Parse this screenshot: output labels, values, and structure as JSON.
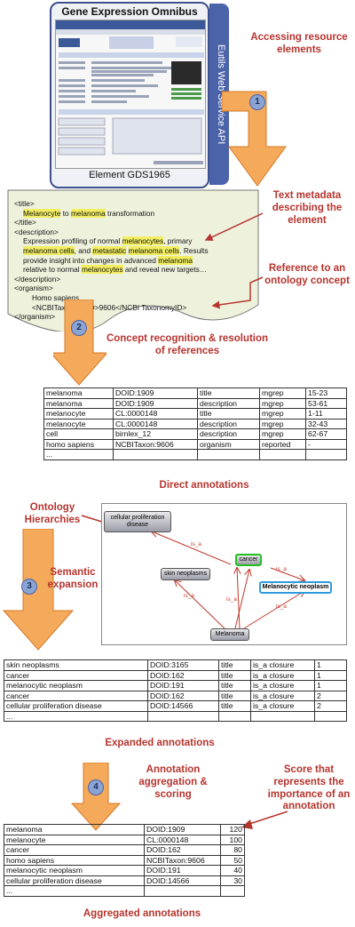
{
  "geo": {
    "title": "Gene Expression Omnibus",
    "element": "Element GDS1965",
    "eutils": "Eutils Web Service API"
  },
  "steps": {
    "s1": {
      "num": "1",
      "label": "Accessing resource elements"
    },
    "s2": {
      "num": "2",
      "label": "Concept recognition & resolution of references"
    },
    "s3": {
      "num": "3",
      "label": "Semantic expansion"
    },
    "s4": {
      "num": "4",
      "label": "Annotation aggregation & scoring"
    }
  },
  "callouts": {
    "text_metadata": "Text metadata describing the element",
    "ontology_ref": "Reference to an ontology concept",
    "ontology_hierarchies": "Ontology Hierarchies",
    "score": "Score that represents the importance of an annotation"
  },
  "xml": {
    "title_open": "<title>",
    "title_hl1": "Melanocyte",
    "title_mid": " to ",
    "title_hl2": "melanoma",
    "title_rest": " transformation",
    "title_close": "</title>",
    "desc_open": "<description>",
    "d1": "Expression profiling of normal ",
    "d_hl1": "melanocytes",
    "d2": ", primary",
    "d_hl2": "melanoma cells",
    "d3": ", and ",
    "d_hl3": "metastatic",
    "d4": " ",
    "d_hl4": "melanoma cells",
    "d5": ". Results",
    "d6": "provide insight into changes in advanced ",
    "d_hl5": "melanoma",
    "d7": "relative to normal ",
    "d_hl6": "melanocytes",
    "d8": " and reveal new targets…",
    "desc_close": "</description>",
    "org_open": "<organism>",
    "org_name": "Homo sapiens",
    "org_tax": "<NCBITaxonomyID>9606</NCBI TaxonomyID>",
    "org_close": "</organism>"
  },
  "direct": {
    "label": "Direct annotations",
    "rows": [
      [
        "melanoma",
        "DOID:1909",
        "title",
        "mgrep",
        "15-23"
      ],
      [
        "melanoma",
        "DOID:1909",
        "description",
        "mgrep",
        "53-61"
      ],
      [
        "melanocyte",
        "CL:0000148",
        "title",
        "mgrep",
        "1-11"
      ],
      [
        "melanocyte",
        "CL:0000148",
        "description",
        "mgrep",
        "32-43"
      ],
      [
        "cell",
        "birnlex_12",
        "description",
        "mgrep",
        "62-67"
      ],
      [
        "homo sapiens",
        "NCBITaxon:9606",
        "organism",
        "reported",
        "-"
      ],
      [
        "...",
        "",
        "",
        "",
        ""
      ]
    ]
  },
  "graph": {
    "nodes": {
      "cpd": "cellular proliferation disease",
      "cancer": "cancer",
      "skin": "skin neoplasms",
      "mel_neo": "Melanocytic neoplasm",
      "melanoma": "Melanoma"
    },
    "edge_label": "is_a"
  },
  "expanded": {
    "label": "Expanded annotations",
    "rows": [
      [
        "skin neoplasms",
        "DOID:3165",
        "title",
        "is_a closure",
        "1"
      ],
      [
        "cancer",
        "DOID:162",
        "title",
        "is_a closure",
        "1"
      ],
      [
        "melanocytic neoplasm",
        "DOID:191",
        "title",
        "is_a closure",
        "1"
      ],
      [
        "cancer",
        "DOID:162",
        "title",
        "is_a closure",
        "2"
      ],
      [
        "cellular proliferation disease",
        "DOID:14566",
        "title",
        "is_a closure",
        "2"
      ],
      [
        "...",
        "",
        "",
        "",
        ""
      ]
    ]
  },
  "aggregated": {
    "label": "Aggregated annotations",
    "rows": [
      [
        "melanoma",
        "DOID:1909",
        "120"
      ],
      [
        "melanocyte",
        "CL:0000148",
        "100"
      ],
      [
        "cancer",
        "DOID:162",
        "80"
      ],
      [
        "homo sapiens",
        "NCBITaxon:9606",
        "50"
      ],
      [
        "melanocytic neoplasm",
        "DOID:191",
        "40"
      ],
      [
        "cellular proliferation disease",
        "DOID:14566",
        "30"
      ],
      [
        "...",
        "",
        ""
      ]
    ]
  },
  "colors": {
    "arrow": "#f5a95a",
    "arrow_stroke": "#d47a2a",
    "callout": "#b6342e",
    "highlight": "#f1ee62",
    "panel": "#eef2dc"
  }
}
